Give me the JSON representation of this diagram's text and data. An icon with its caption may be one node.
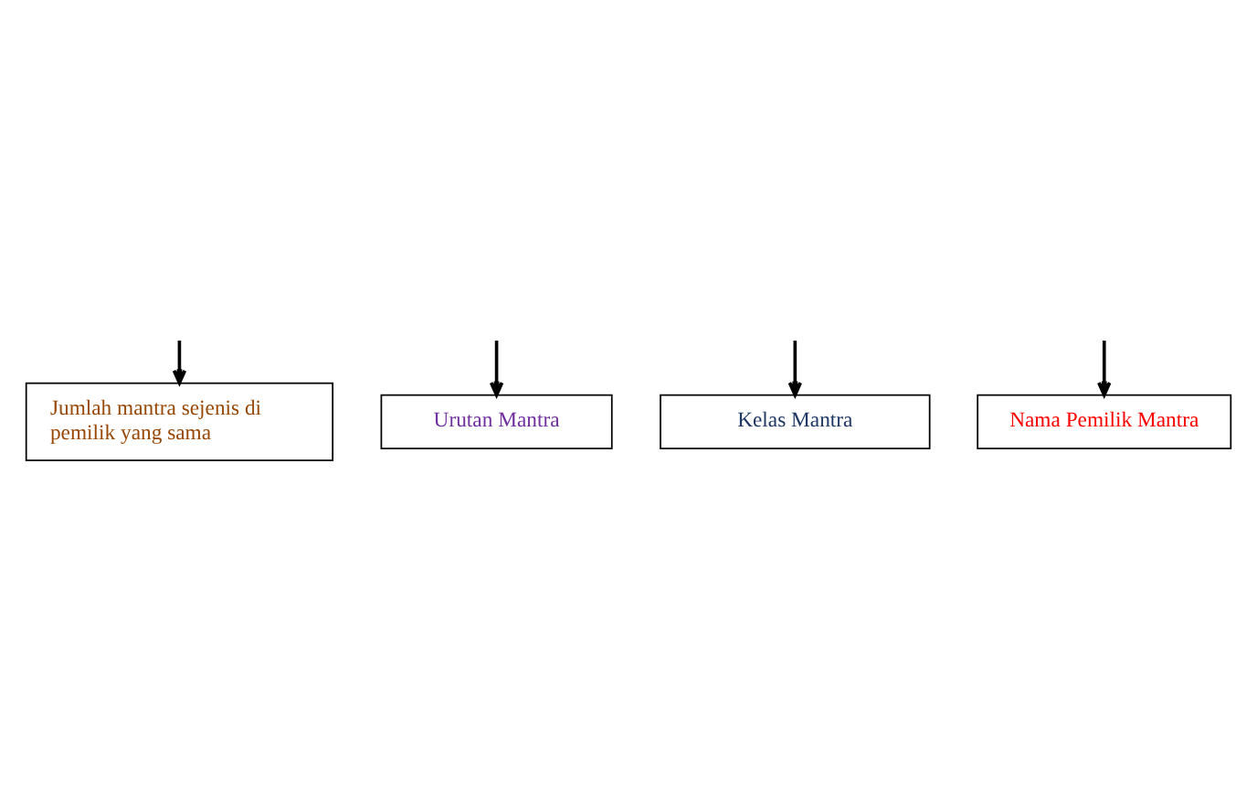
{
  "diagram": {
    "nodes": [
      {
        "text": [
          "Jumlah mantra sejenis di pemilik yang sama"
        ]
      },
      {
        "text": [
          "Urutan Mantra"
        ]
      },
      {
        "text": [
          "Kelas Mantra"
        ]
      },
      {
        "text": [
          "Nama Pemilik Mantra"
        ]
      }
    ],
    "edges": [
      {
        "from": null,
        "to": 0,
        "arrow": "to"
      },
      {
        "from": null,
        "to": 1,
        "arrow": "to"
      },
      {
        "from": null,
        "to": 2,
        "arrow": "to"
      },
      {
        "from": null,
        "to": 3,
        "arrow": "to"
      }
    ]
  }
}
